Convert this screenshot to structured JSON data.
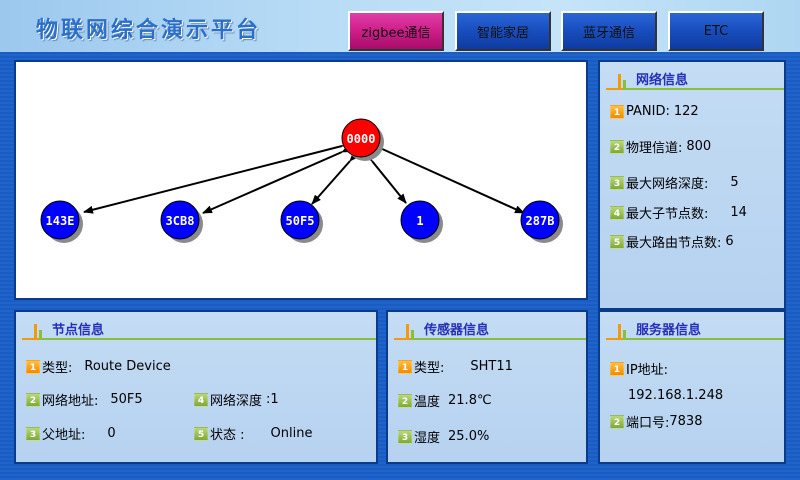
{
  "header": {
    "title": "物联网综合演示平台",
    "tabs": [
      {
        "label": "zigbee通信",
        "active": true
      },
      {
        "label": "智能家居",
        "active": false
      },
      {
        "label": "蓝牙通信",
        "active": false
      },
      {
        "label": "ETC",
        "active": false
      }
    ]
  },
  "colors": {
    "coordinator": "#ff0000",
    "router": "#0000ff",
    "active_tab": "#d0208c",
    "tab": "#1a4fc0",
    "panel_title": "#2630b8"
  },
  "topology": {
    "coordinator": {
      "label": "0000"
    },
    "nodes": [
      {
        "label": "143E"
      },
      {
        "label": "3CB8"
      },
      {
        "label": "50F5"
      },
      {
        "label": "1"
      },
      {
        "label": "287B"
      }
    ]
  },
  "network_info": {
    "title": "网络信息",
    "items": [
      {
        "num": "1",
        "label": "PANID:",
        "value": "122"
      },
      {
        "num": "2",
        "label": "物理信道:",
        "value": "800"
      },
      {
        "num": "3",
        "label": "最大网络深度:",
        "value": "5"
      },
      {
        "num": "4",
        "label": "最大子节点数:",
        "value": "14"
      },
      {
        "num": "5",
        "label": "最大路由节点数:",
        "value": "6"
      }
    ]
  },
  "node_info": {
    "title": "节点信息",
    "type_label": "类型:",
    "type_value": "Route Device",
    "addr_label": "网络地址:",
    "addr_value": "50F5",
    "depth_label": "网络深度",
    "depth_value": ":1",
    "parent_label": "父地址:",
    "parent_value": "0",
    "status_label": "状态 :",
    "status_value": "Online",
    "nums": [
      "1",
      "2",
      "3",
      "4",
      "5"
    ]
  },
  "sensor_info": {
    "title": "传感器信息",
    "items": [
      {
        "num": "1",
        "label": "类型:",
        "value": "SHT11"
      },
      {
        "num": "2",
        "label": "温度",
        "value": "21.8℃"
      },
      {
        "num": "3",
        "label": "湿度",
        "value": "25.0%"
      }
    ]
  },
  "server_info": {
    "title": "服务器信息",
    "ip_num": "1",
    "ip_label": "IP地址:",
    "ip_value": "192.168.1.248",
    "port_num": "2",
    "port_label": "端口号:",
    "port_value": "7838"
  }
}
